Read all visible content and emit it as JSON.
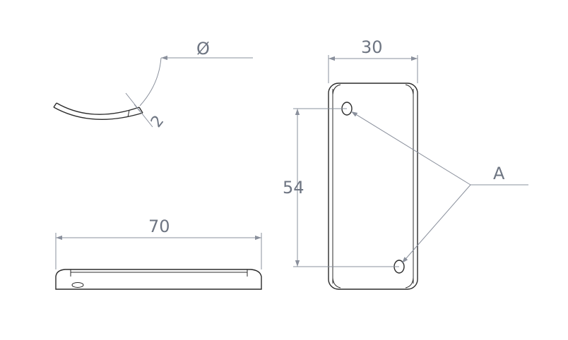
{
  "drawing": {
    "background_color": "#ffffff",
    "part_line_color": "#2b2b2b",
    "dimension_line_color": "#8a909c",
    "dimension_text_color": "#6e7582",
    "labels": {
      "diameter_symbol": "Ø",
      "thickness": "2",
      "width": "30",
      "hole_spacing": "54",
      "length": "70",
      "hole_callout": "A"
    }
  }
}
